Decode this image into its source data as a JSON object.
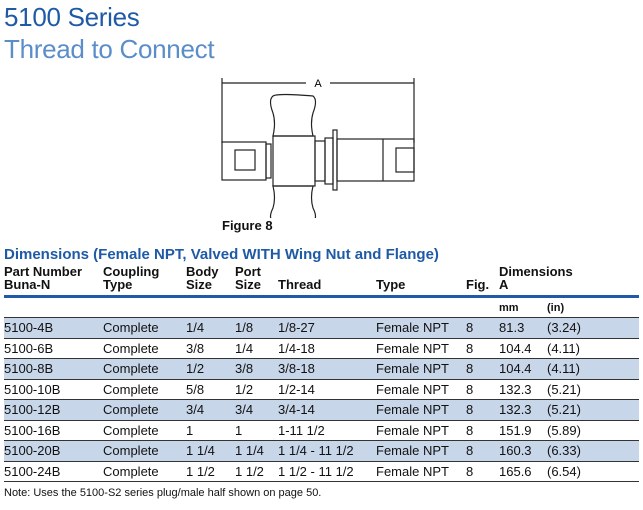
{
  "title": "5100 Series",
  "subtitle": "Thread to Connect",
  "figure": {
    "dimension_label": "A",
    "caption": "Figure 8"
  },
  "section_title": "Dimensions (Female NPT, Valved WITH Wing Nut and Flange)",
  "headers": [
    [
      "Part Number",
      "Buna-N"
    ],
    [
      "Coupling",
      "Type"
    ],
    [
      "Body",
      "Size"
    ],
    [
      "Port",
      "Size"
    ],
    [
      "",
      "Thread"
    ],
    [
      "",
      "Type"
    ],
    [
      "",
      "Fig."
    ],
    [
      "Dimensions",
      "A"
    ]
  ],
  "units": {
    "mm": "mm",
    "in": "(in)"
  },
  "rows": [
    [
      "5100-4B",
      "Complete",
      "1/4",
      "1/8",
      "1/8-27",
      "Female NPT",
      "8",
      "81.3",
      "(3.24)"
    ],
    [
      "5100-6B",
      "Complete",
      "3/8",
      "1/4",
      "1/4-18",
      "Female NPT",
      "8",
      "104.4",
      "(4.11)"
    ],
    [
      "5100-8B",
      "Complete",
      "1/2",
      "3/8",
      "3/8-18",
      "Female NPT",
      "8",
      "104.4",
      "(4.11)"
    ],
    [
      "5100-10B",
      "Complete",
      "5/8",
      "1/2",
      "1/2-14",
      "Female NPT",
      "8",
      "132.3",
      "(5.21)"
    ],
    [
      "5100-12B",
      "Complete",
      "3/4",
      "3/4",
      "3/4-14",
      "Female NPT",
      "8",
      "132.3",
      "(5.21)"
    ],
    [
      "5100-16B",
      "Complete",
      "1",
      "1",
      "1-11 1/2",
      "Female NPT",
      "8",
      "151.9",
      "(5.89)"
    ],
    [
      "5100-20B",
      "Complete",
      "1 1/4",
      "1 1/4",
      "1 1/4 - 11 1/2",
      "Female NPT",
      "8",
      "160.3",
      "(6.33)"
    ],
    [
      "5100-24B",
      "Complete",
      "1 1/2",
      "1 1/2",
      "1 1/2 - 11 1/2",
      "Female NPT",
      "8",
      "165.6",
      "(6.54)"
    ]
  ],
  "note": "Note: Uses the 5100-S2 series plug/male half shown on page 50."
}
